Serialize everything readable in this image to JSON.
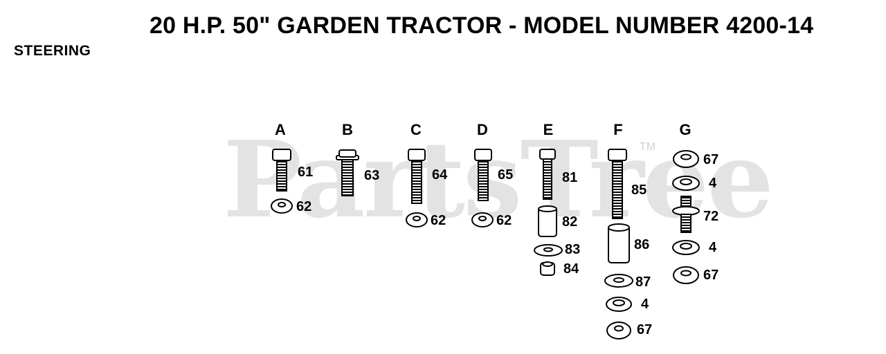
{
  "header": {
    "title": "20 H.P. 50\" GARDEN TRACTOR - MODEL NUMBER 4200-14",
    "section": "STEERING"
  },
  "watermark": {
    "text": "PartsTree",
    "tm": "TM"
  },
  "groups": {
    "A": {
      "label": "A",
      "parts": [
        "61",
        "62"
      ]
    },
    "B": {
      "label": "B",
      "parts": [
        "63"
      ]
    },
    "C": {
      "label": "C",
      "parts": [
        "64",
        "62"
      ]
    },
    "D": {
      "label": "D",
      "parts": [
        "65",
        "62"
      ]
    },
    "E": {
      "label": "E",
      "parts": [
        "81",
        "82",
        "83",
        "84"
      ]
    },
    "F": {
      "label": "F",
      "parts": [
        "85",
        "86",
        "87",
        "4",
        "67"
      ]
    },
    "G": {
      "label": "G",
      "parts": [
        "67",
        "4",
        "72",
        "4",
        "67"
      ]
    }
  }
}
